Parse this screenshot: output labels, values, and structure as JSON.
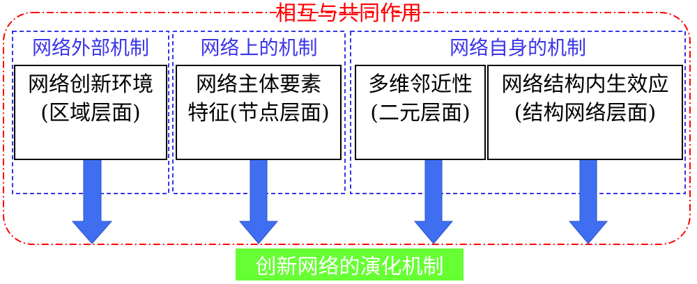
{
  "title": "相互与共同作用",
  "groups": {
    "external": "网络外部机制",
    "upper": "网络上的机制",
    "self": "网络自身的机制"
  },
  "boxes": [
    {
      "line1": "网络创新环境",
      "line2": "(区域层面)"
    },
    {
      "line1": "网络主体要素",
      "line2": "特征(节点层面)"
    },
    {
      "line1": "多维邻近性",
      "line2": "(二元层面)"
    },
    {
      "line1": "网络结构内生效应",
      "line2": "(结构网络层面)"
    }
  ],
  "bottom": "创新网络的演化机制",
  "colors": {
    "title": "#ff0000",
    "outer_border": "#ff0000",
    "group_border": "#3a35e8",
    "arrow": "#3f6ff0",
    "bottom_bg": "#66ff33",
    "bottom_text": "#ffffff"
  }
}
